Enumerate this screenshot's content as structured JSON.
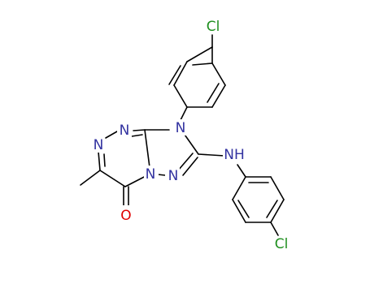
{
  "molecule": {
    "colors": {
      "carbon_bond": "#000000",
      "nitrogen": "#3232a0",
      "oxygen": "#e00000",
      "chlorine": "#1f8f1f"
    },
    "atoms": {
      "cl_top": "Cl",
      "n9": "N",
      "n1": "N",
      "n2": "N",
      "n5": "N",
      "n6": "N",
      "nh": "NH",
      "o": "O",
      "cl_bottom": "Cl"
    }
  }
}
